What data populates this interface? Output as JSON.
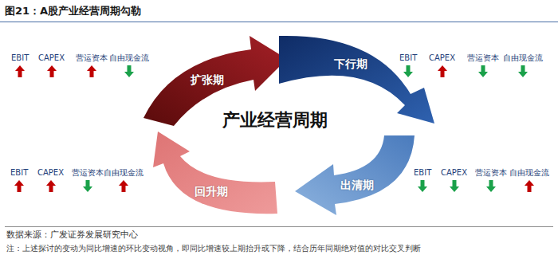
{
  "diagram": {
    "title": "图21：A股产业经营周期勾勒",
    "nodes": [
      {
        "text": [
          "扩张期"
        ]
      },
      {
        "text": [
          "下行期"
        ]
      },
      {
        "text": [
          "回升期"
        ]
      },
      {
        "text": [
          "出清期"
        ]
      }
    ],
    "labels": [
      "EBIT",
      "CAPEX",
      "营运资本",
      "自由现金流",
      "EBIT",
      "CAPEX",
      "营运资本",
      "自由现金流",
      "产业经营周期",
      "EBIT",
      "CAPEX",
      "营运资本",
      "自由现金流",
      "EBIT",
      "CAPEX",
      "营运资本",
      "自由现金流",
      "数据来源：广发证券发展研究中心",
      "注：上述探讨的变动为同比增速的环比变动视角，即同比增速较上期抬升或下降，结合历年同期绝对值的对比交叉判断"
    ]
  }
}
